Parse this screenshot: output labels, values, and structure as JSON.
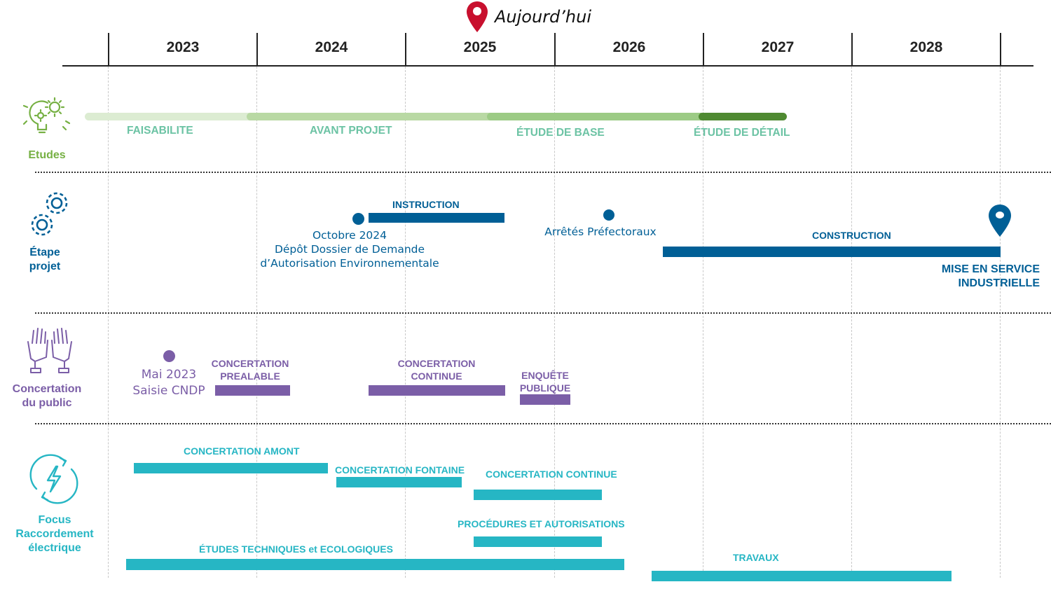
{
  "today": {
    "label": "Aujourd’hui",
    "marker_color": "#c8102e"
  },
  "timeline": {
    "years": [
      "2023",
      "2024",
      "2025",
      "2026",
      "2027",
      "2028"
    ]
  },
  "colors": {
    "green_light": "#dcecd2",
    "green_mid": "#b9d9a4",
    "green_strong": "#9ccb85",
    "green_dark": "#4f8a32",
    "teal_text": "#6cc3a4",
    "green_icon": "#76b043",
    "blue": "#005f96",
    "purple": "#7b5ea7",
    "cyan": "#26b6c4"
  },
  "rows": {
    "etudes": {
      "title": "Etudes",
      "icon": "lightbulb-gears-icon",
      "phases": [
        "FAISABILITE",
        "AVANT PROJET",
        "ÉTUDE DE BASE",
        "ÉTUDE DE DÉTAIL"
      ]
    },
    "etape": {
      "title_line1": "Étape",
      "title_line2": "projet",
      "icon": "gears-icon",
      "instruction": "INSTRUCTION",
      "depot_line1": "Octobre 2024",
      "depot_line2": "Dépôt Dossier de Demande",
      "depot_line3": "d’Autorisation Environnementale",
      "arretes": "Arrêtés Préfectoraux",
      "construction": "CONSTRUCTION",
      "mise_line1": "MISE EN SERVICE",
      "mise_line2": "INDUSTRIELLE"
    },
    "concertation": {
      "title_line1": "Concertation",
      "title_line2": "du public",
      "icon": "raised-hands-icon",
      "saisie_line1": "Mai 2023",
      "saisie_line2": "Saisie CNDP",
      "prealable_line1": "CONCERTATION",
      "prealable_line2": "PREALABLE",
      "continue_line1": "CONCERTATION",
      "continue_line2": "CONTINUE",
      "enquete_line1": "ENQUÊTE",
      "enquete_line2": "PUBLIQUE"
    },
    "raccordement": {
      "title_line1": "Focus",
      "title_line2": "Raccordement",
      "title_line3": "électrique",
      "icon": "lightning-cycle-icon",
      "amont": "CONCERTATION  AMONT",
      "fontaine": "CONCERTATION  FONTAINE",
      "continue": "CONCERTATION  CONTINUE",
      "procedures": "PROCÉDURES ET AUTORISATIONS",
      "etudes": "ÉTUDES TECHNIQUES et ECOLOGIQUES",
      "travaux": "TRAVAUX"
    }
  }
}
